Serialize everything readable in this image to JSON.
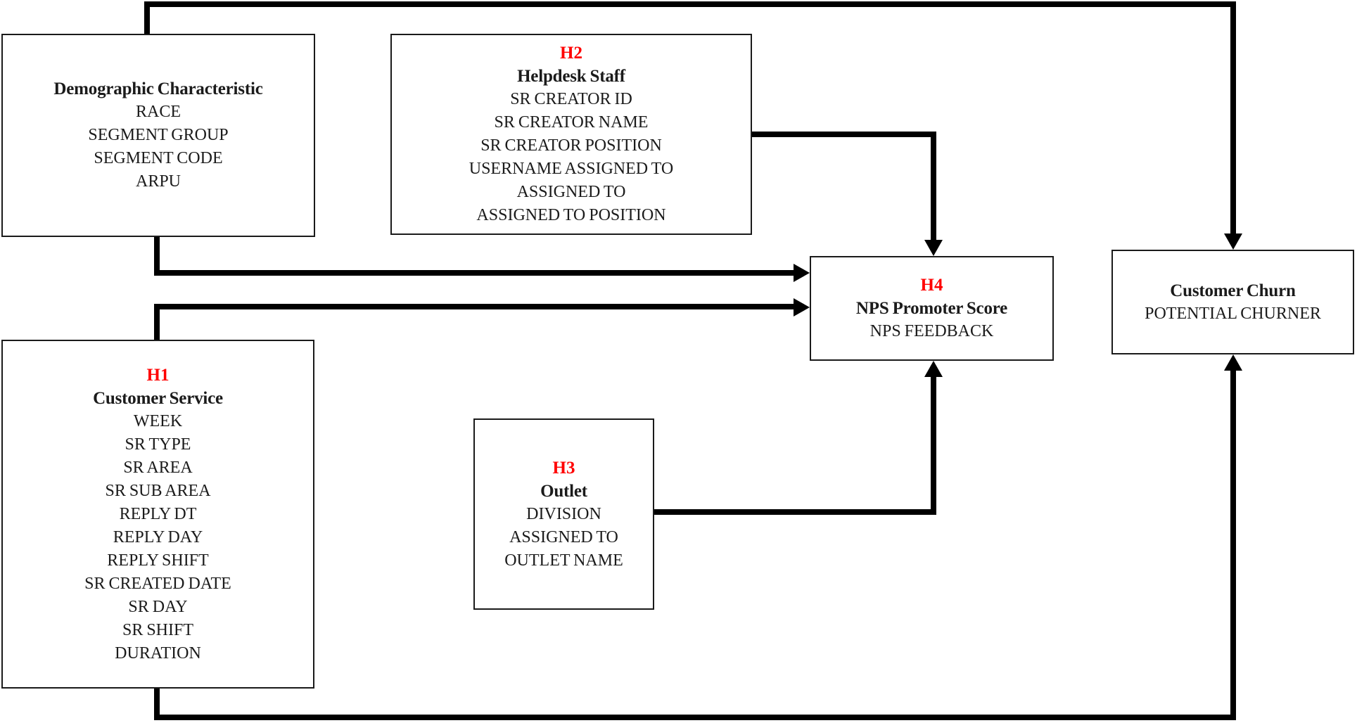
{
  "diagram": {
    "colors": {
      "hypothesis_label": "#ff0000",
      "line": "#000000",
      "box_border": "#1a1a1a",
      "text": "#1b1b1b",
      "background": "#ffffff"
    },
    "boxes": {
      "demographic": {
        "title": "Demographic Characteristic",
        "items": [
          "RACE",
          "SEGMENT GROUP",
          "SEGMENT CODE",
          "ARPU"
        ]
      },
      "helpdesk_staff": {
        "hypothesis": "H2",
        "title": "Helpdesk Staff",
        "items": [
          "SR CREATOR ID",
          "SR CREATOR NAME",
          "SR CREATOR POSITION",
          "USERNAME ASSIGNED TO",
          "ASSIGNED TO",
          "ASSIGNED TO POSITION"
        ]
      },
      "customer_service": {
        "hypothesis": "H1",
        "title": "Customer Service",
        "items": [
          "WEEK",
          "SR TYPE",
          "SR AREA",
          "SR SUB AREA",
          "REPLY DT",
          "REPLY DAY",
          "REPLY SHIFT",
          "SR CREATED DATE",
          "SR DAY",
          "SR SHIFT",
          "DURATION"
        ]
      },
      "outlet": {
        "hypothesis": "H3",
        "title": "Outlet",
        "items": [
          "DIVISION",
          "ASSIGNED TO",
          "OUTLET NAME"
        ]
      },
      "nps_promoter_score": {
        "hypothesis": "H4",
        "title": "NPS Promoter Score",
        "items": [
          "NPS FEEDBACK"
        ]
      },
      "customer_churn": {
        "title": "Customer Churn",
        "items": [
          "POTENTIAL CHURNER"
        ]
      }
    },
    "edges": [
      {
        "from": "demographic",
        "to": "customer_churn"
      },
      {
        "from": "customer_service",
        "to": "customer_churn"
      },
      {
        "from": "demographic",
        "to": "nps_promoter_score"
      },
      {
        "from": "customer_service",
        "to": "nps_promoter_score"
      },
      {
        "from": "helpdesk_staff",
        "to": "nps_promoter_score"
      },
      {
        "from": "outlet",
        "to": "nps_promoter_score"
      }
    ]
  }
}
